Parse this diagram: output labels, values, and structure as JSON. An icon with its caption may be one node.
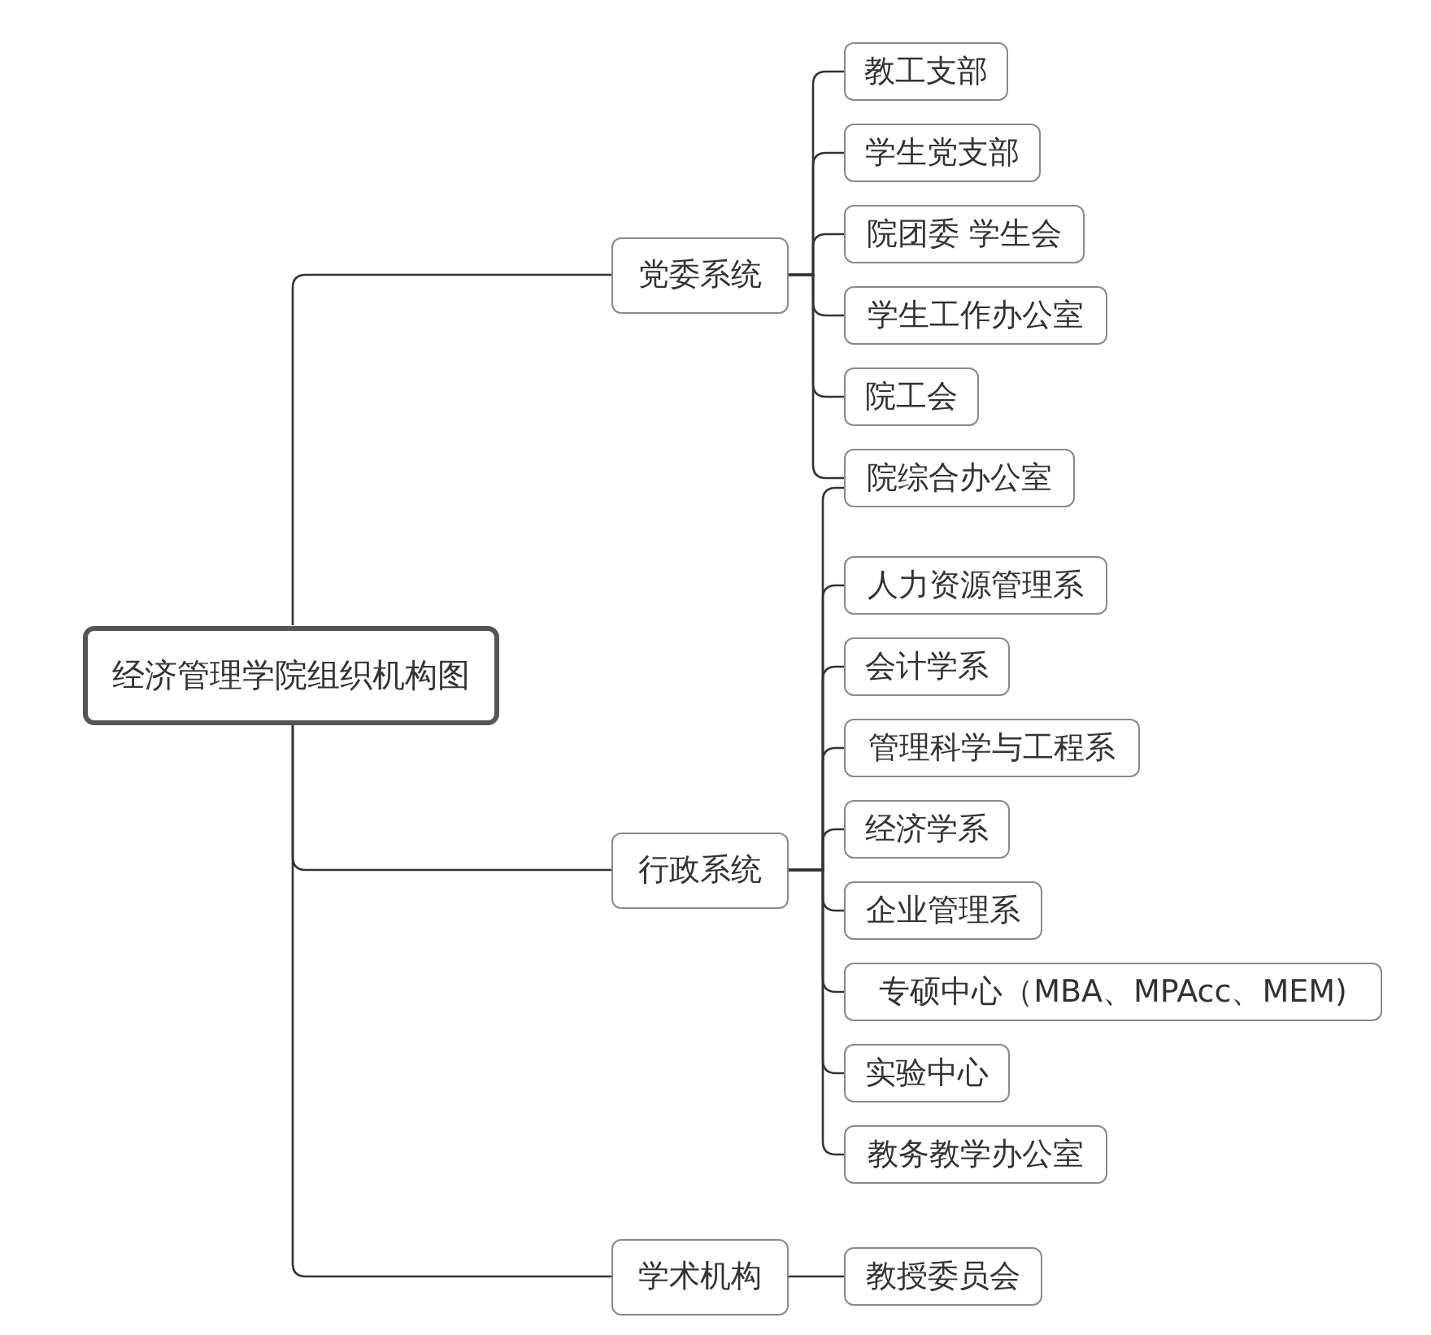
{
  "diagram": {
    "nodes": [
      {
        "text": [
          "经济管理学院组织机构图"
        ]
      },
      {
        "text": [
          "党委系统"
        ]
      },
      {
        "text": [
          "教工支部"
        ]
      },
      {
        "text": [
          "学生党支部"
        ]
      },
      {
        "text": [
          "院团委 学生会"
        ]
      },
      {
        "text": [
          "学生工作办公室"
        ]
      },
      {
        "text": [
          "院工会"
        ]
      },
      {
        "text": [
          "院综合办公室"
        ]
      },
      {
        "text": [
          "行政系统"
        ]
      },
      {
        "text": [
          "人力资源管理系"
        ]
      },
      {
        "text": [
          "会计学系"
        ]
      },
      {
        "text": [
          "管理科学与工程系"
        ]
      },
      {
        "text": [
          "经济学系"
        ]
      },
      {
        "text": [
          "企业管理系"
        ]
      },
      {
        "text": [
          "专硕中心（MBA、MPAcc、MEM)"
        ]
      },
      {
        "text": [
          "实验中心"
        ]
      },
      {
        "text": [
          "教务教学办公室"
        ]
      },
      {
        "text": [
          "学术机构"
        ]
      },
      {
        "text": [
          "教授委员会"
        ]
      }
    ],
    "edges": [
      {
        "from": 0,
        "to": 1,
        "arrow": "none"
      },
      {
        "from": 0,
        "to": 8,
        "arrow": "none"
      },
      {
        "from": 0,
        "to": 17,
        "arrow": "none"
      },
      {
        "from": 1,
        "to": 2,
        "arrow": "none"
      },
      {
        "from": 1,
        "to": 3,
        "arrow": "none"
      },
      {
        "from": 1,
        "to": 4,
        "arrow": "none"
      },
      {
        "from": 1,
        "to": 5,
        "arrow": "none"
      },
      {
        "from": 1,
        "to": 6,
        "arrow": "none"
      },
      {
        "from": 1,
        "to": 7,
        "arrow": "none"
      },
      {
        "from": 8,
        "to": 7,
        "arrow": "none"
      },
      {
        "from": 8,
        "to": 9,
        "arrow": "none"
      },
      {
        "from": 8,
        "to": 10,
        "arrow": "none"
      },
      {
        "from": 8,
        "to": 11,
        "arrow": "none"
      },
      {
        "from": 8,
        "to": 12,
        "arrow": "none"
      },
      {
        "from": 8,
        "to": 13,
        "arrow": "none"
      },
      {
        "from": 8,
        "to": 14,
        "arrow": "none"
      },
      {
        "from": 8,
        "to": 15,
        "arrow": "none"
      },
      {
        "from": 8,
        "to": 16,
        "arrow": "none"
      },
      {
        "from": 17,
        "to": 18,
        "arrow": "none"
      }
    ]
  }
}
